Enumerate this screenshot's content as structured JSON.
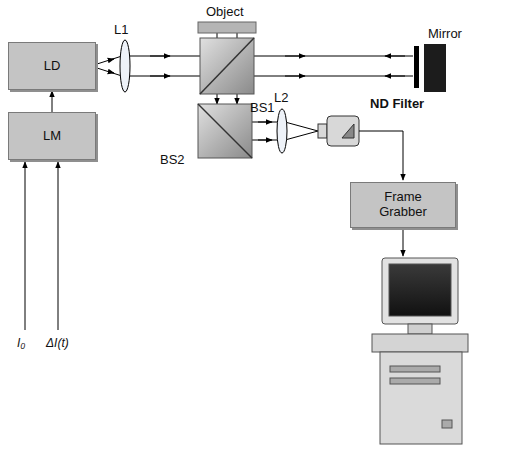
{
  "diagram": {
    "nodes": [
      {
        "text": [
          "LD"
        ]
      },
      {
        "text": [
          "LM"
        ]
      },
      {
        "text": [
          "Frame Grabber"
        ]
      }
    ],
    "edges": [
      {
        "from": 1,
        "to": 0,
        "arrow": "to"
      }
    ],
    "labels": [
      "Object",
      "L1",
      "BS1",
      "Mirror",
      "ND Filter",
      "BS2",
      "L2",
      "I₀",
      "ΔI(t)"
    ]
  }
}
